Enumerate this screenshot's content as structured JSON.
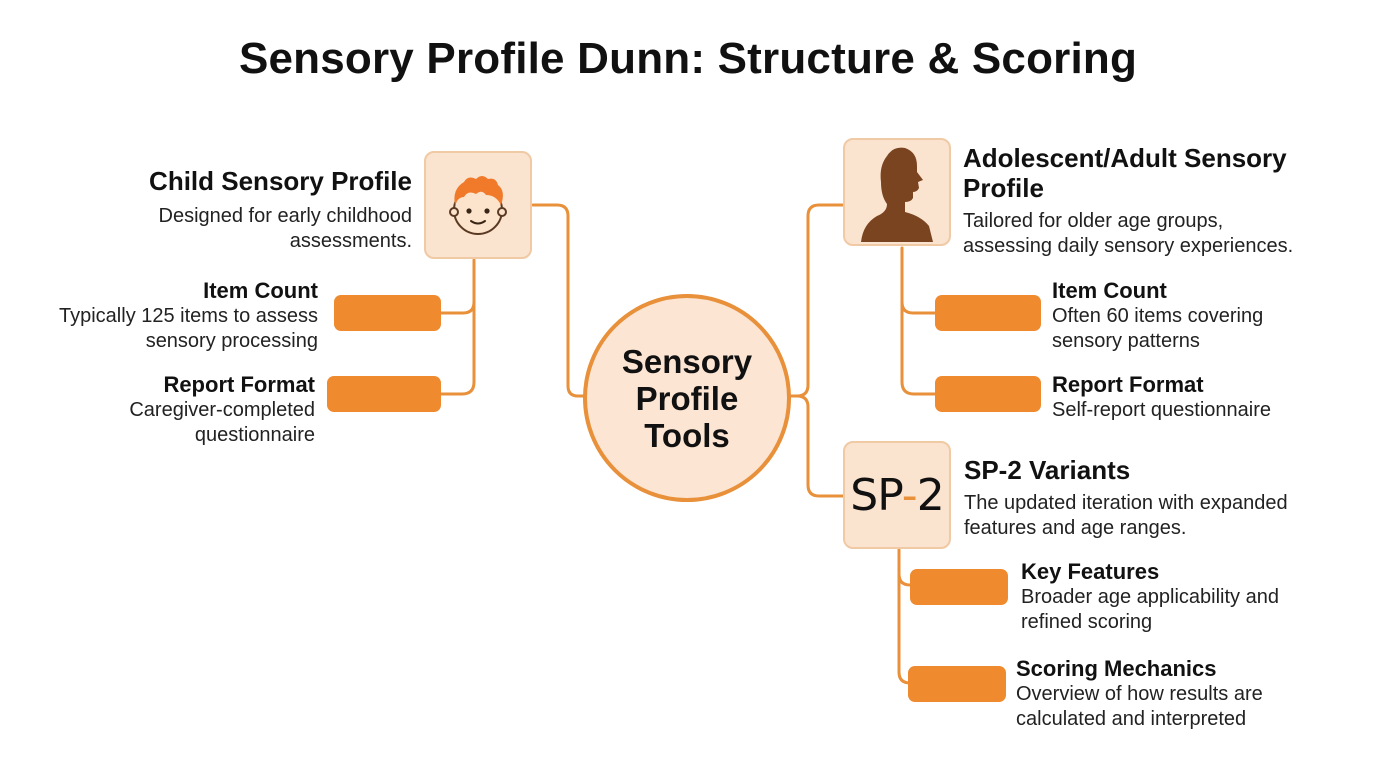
{
  "title": "Sensory Profile Dunn: Structure & Scoring",
  "center": {
    "lines": [
      "Sensory",
      "Profile",
      "Tools"
    ]
  },
  "child": {
    "title": "Child Sensory Profile",
    "desc_lines": [
      "Designed for early childhood",
      "assessments."
    ],
    "icon": "child-face-icon",
    "item_count": {
      "title": "Item Count",
      "desc_lines": [
        "Typically 125 items to assess",
        "sensory processing"
      ]
    },
    "report_format": {
      "title": "Report Format",
      "desc_lines": [
        "Caregiver-completed",
        "questionnaire"
      ]
    }
  },
  "adult": {
    "title_lines": [
      "Adolescent/Adult Sensory",
      "Profile"
    ],
    "desc_lines": [
      "Tailored for older age groups,",
      "assessing daily sensory experiences."
    ],
    "icon": "person-silhouette-icon",
    "item_count": {
      "title": "Item Count",
      "desc_lines": [
        "Often 60 items covering",
        "sensory patterns"
      ]
    },
    "report_format": {
      "title": "Report Format",
      "desc_lines": [
        "Self-report questionnaire"
      ]
    }
  },
  "sp2": {
    "title": "SP-2 Variants",
    "desc_lines": [
      "The updated iteration with expanded",
      "features and age ranges."
    ],
    "logo": {
      "part1": "SP",
      "dash": "-",
      "part2": "2"
    },
    "key_features": {
      "title": "Key Features",
      "desc_lines": [
        "Broader age applicability and",
        "refined scoring"
      ]
    },
    "scoring": {
      "title": "Scoring Mechanics",
      "desc_lines": [
        "Overview of how results are",
        "calculated and interpreted"
      ]
    }
  },
  "colors": {
    "accent": "#E8903A",
    "bar": "#F08A2E",
    "node_fill": "#FCE5D3",
    "icon_fill": "#FAE3CF"
  }
}
